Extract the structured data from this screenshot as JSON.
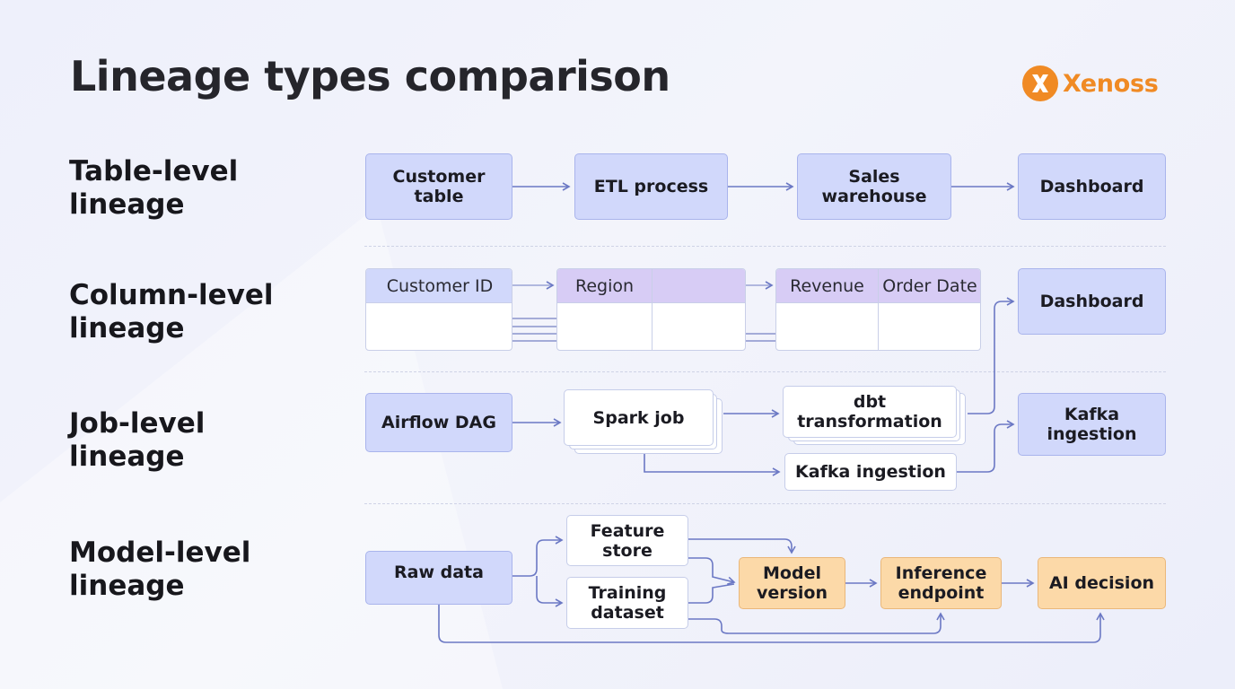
{
  "title": "Lineage types comparison",
  "brand": {
    "name": "Xenoss",
    "color": "#f08a24"
  },
  "colors": {
    "node_blue": "#d1d8fb",
    "node_white": "#ffffff",
    "node_orange": "#fcd9a8",
    "column_purple": "#d7ccf5",
    "connector": "#6b78c4"
  },
  "rows": {
    "table": {
      "label_line1": "Table-level",
      "label_line2": "lineage",
      "nodes": {
        "customer_table": [
          "Customer",
          "table"
        ],
        "etl_process": "ETL process",
        "sales_warehouse": [
          "Sales",
          "warehouse"
        ],
        "dashboard": "Dashboard"
      }
    },
    "column": {
      "label_line1": "Column-level",
      "label_line2": "lineage",
      "columns": {
        "customer_id": "Customer ID",
        "region": "Region",
        "revenue": "Revenue",
        "order_date": "Order Date"
      },
      "dashboard": "Dashboard"
    },
    "job": {
      "label_line1": "Job-level",
      "label_line2": "lineage",
      "nodes": {
        "airflow_dag": "Airflow DAG",
        "spark_job": "Spark job",
        "dbt_transformation": [
          "dbt",
          "transformation"
        ],
        "kafka_ingestion_mid": "Kafka ingestion",
        "kafka_ingestion_right": [
          "Kafka",
          "ingestion"
        ]
      }
    },
    "model": {
      "label_line1": "Model-level",
      "label_line2": "lineage",
      "nodes": {
        "raw_data": "Raw data",
        "feature_store": [
          "Feature",
          "store"
        ],
        "training_dataset": [
          "Training",
          "dataset"
        ],
        "model_version": [
          "Model",
          "version"
        ],
        "inference_endpoint": [
          "Inference",
          "endpoint"
        ],
        "ai_decision": "AI decision"
      }
    }
  }
}
